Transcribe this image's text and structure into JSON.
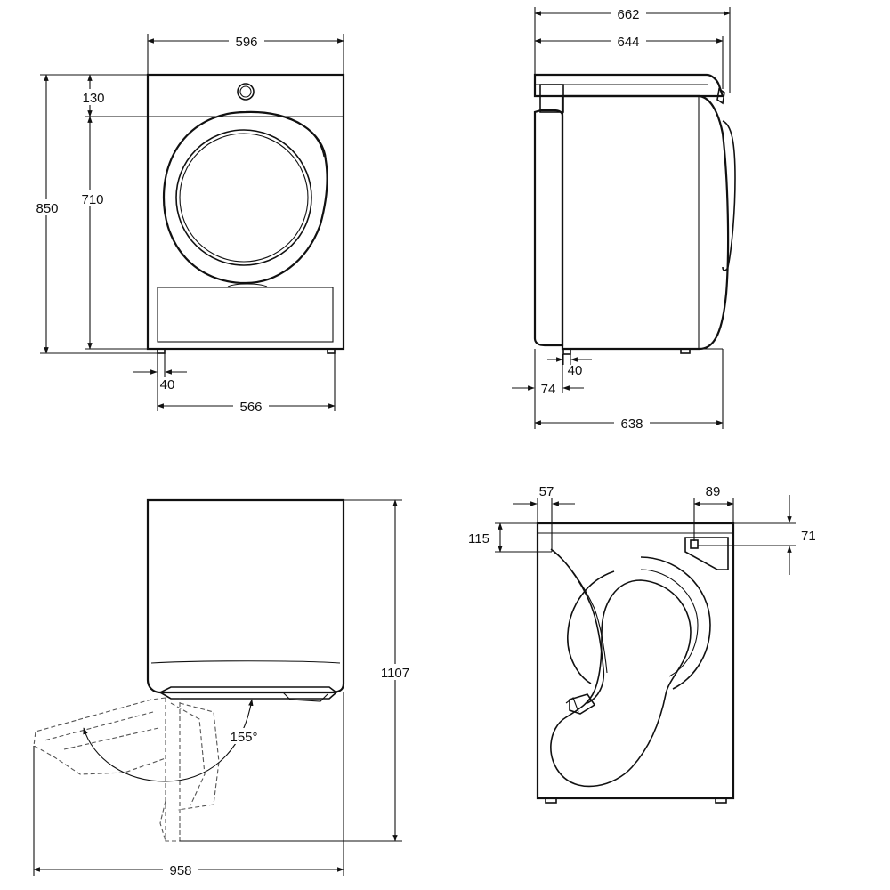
{
  "views": {
    "front": {
      "width": "596",
      "height_total": "850",
      "panel_height": "130",
      "body_height": "710",
      "foot_offset": "40",
      "foot_span": "566"
    },
    "side": {
      "depth_total": "662",
      "depth_body": "644",
      "foot_offset": "40",
      "rear_offset": "74",
      "depth_feet": "638"
    },
    "door_open": {
      "total_height": "1107",
      "total_depth": "958",
      "door_angle": "155°"
    },
    "rear": {
      "hose_offset": "57",
      "hose_height": "115",
      "outlet_offset": "89",
      "outlet_height": "71"
    }
  }
}
